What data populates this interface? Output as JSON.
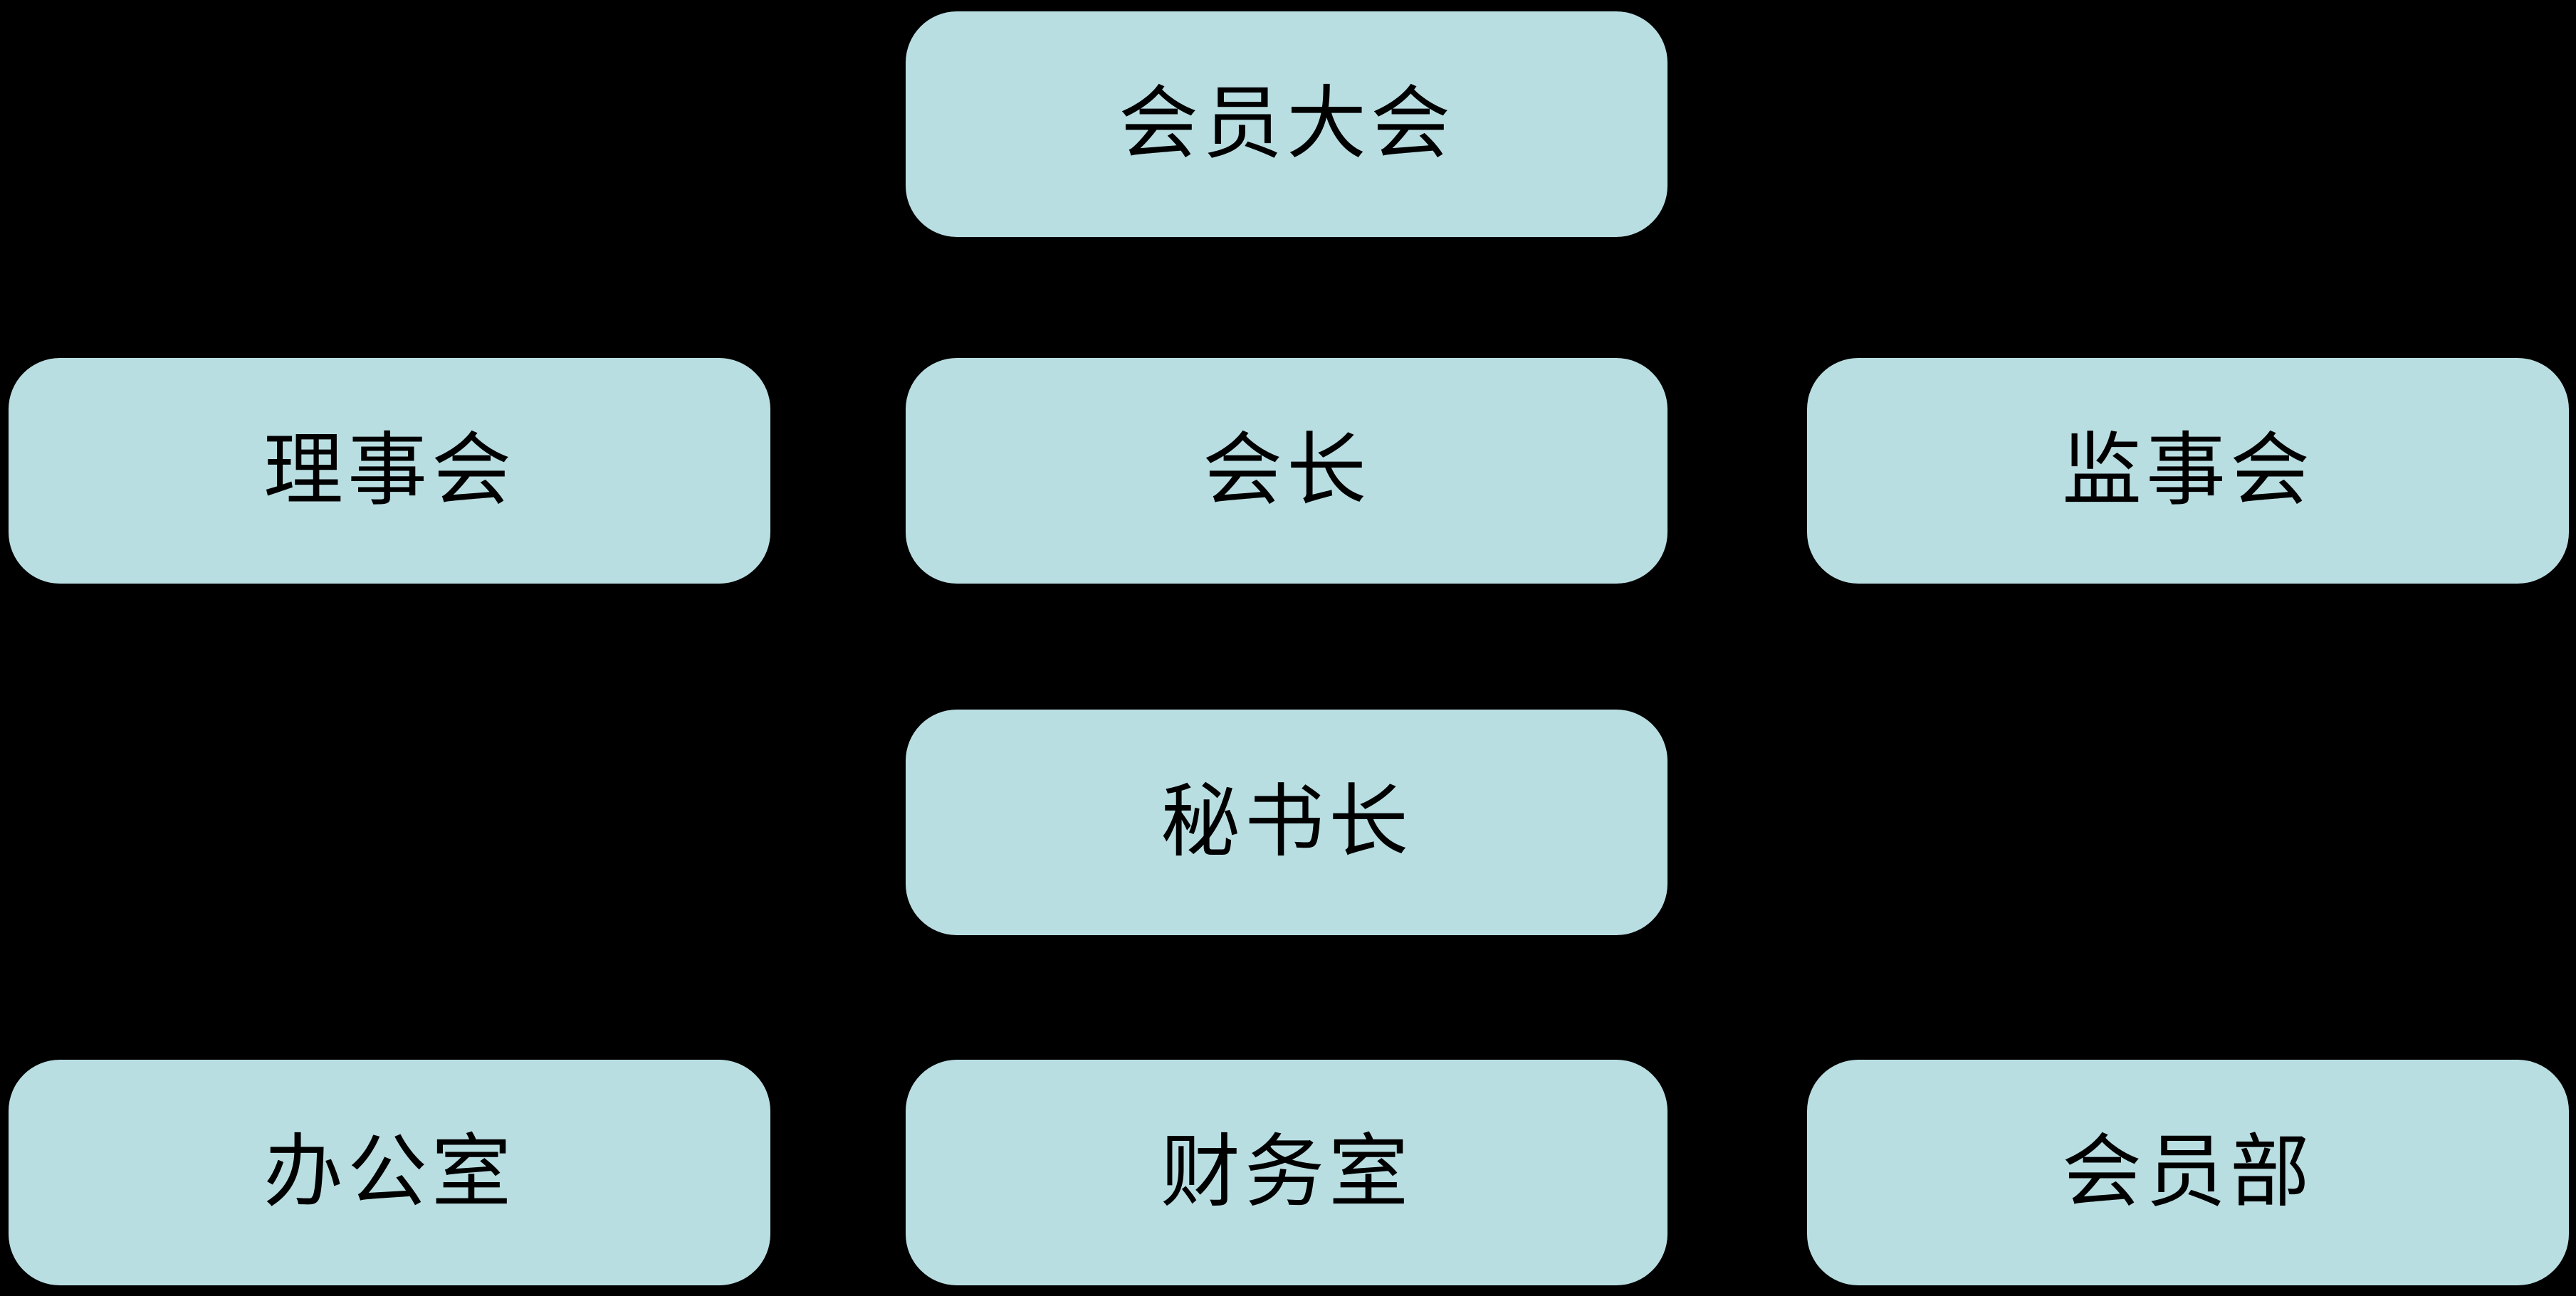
{
  "diagram": {
    "type": "org-chart",
    "background": "#000000",
    "node_fill": "#b9dee2",
    "node_text_color": "#000000",
    "nodes": [
      {
        "label": "会员大会",
        "row": 1,
        "column": "center"
      },
      {
        "label": "理事会",
        "row": 2,
        "column": "left"
      },
      {
        "label": "会长",
        "row": 2,
        "column": "center"
      },
      {
        "label": "监事会",
        "row": 2,
        "column": "right"
      },
      {
        "label": "秘书长",
        "row": 3,
        "column": "center"
      },
      {
        "label": "办公室",
        "row": 4,
        "column": "left"
      },
      {
        "label": "财务室",
        "row": 4,
        "column": "center"
      },
      {
        "label": "会员部",
        "row": 4,
        "column": "right"
      }
    ]
  }
}
